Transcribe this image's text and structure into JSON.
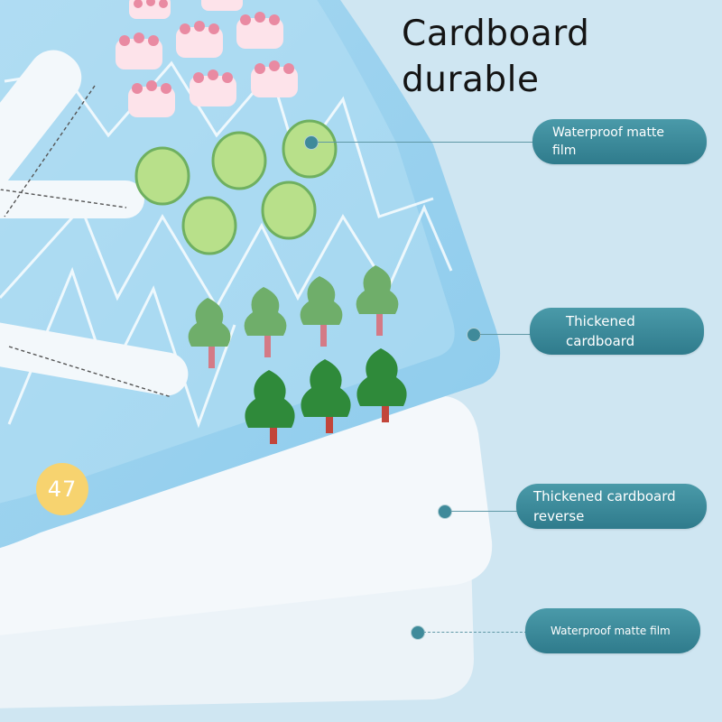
{
  "title": {
    "line1": "Cardboard",
    "line2": "durable"
  },
  "labels": [
    {
      "line1": "Waterproof matte",
      "line2": "film"
    },
    {
      "line1": "Thickened",
      "line2": "cardboard"
    },
    {
      "line1": "Thickened cardboard",
      "line2": "reverse"
    },
    {
      "line1": "Waterproof matte film",
      "line2": ""
    }
  ],
  "page_number": "47",
  "colors": {
    "background": "#cfe6f2",
    "board": "#9fd0ec",
    "pill": "#3a8a9a",
    "badge": "#f7d36f",
    "tree_dark": "#2f8a3a",
    "tree_light": "#6fae6a",
    "watermelon": "#b8e08a",
    "cake": "#fde3ea"
  }
}
